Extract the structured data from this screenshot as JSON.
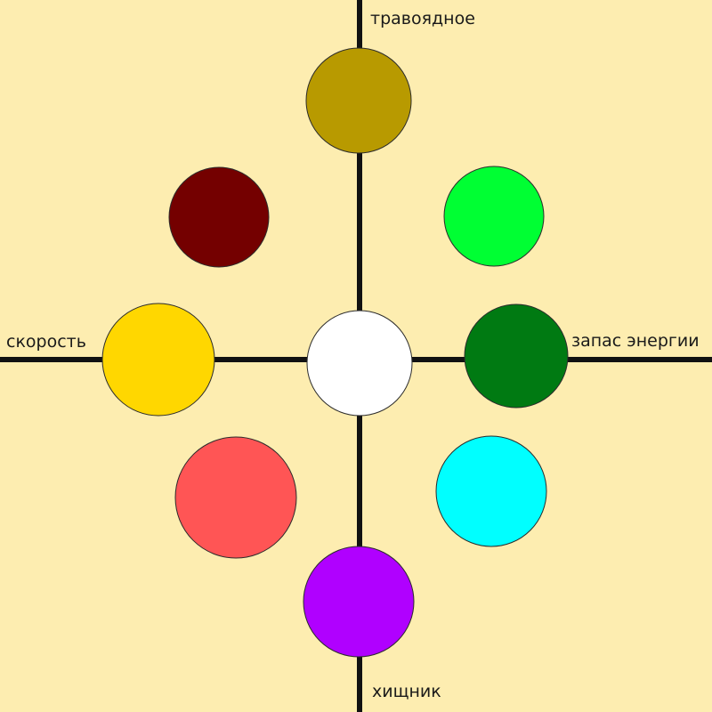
{
  "background_color": "#FDEDB0",
  "axis_color": "#111111",
  "axis_labels": {
    "top": "травоядное",
    "bottom": "хищник",
    "left": "скорость",
    "right": "запас энергии"
  },
  "circles": [
    {
      "id": "top",
      "color": "#B89A00"
    },
    {
      "id": "top-left",
      "color": "#740000"
    },
    {
      "id": "top-right",
      "color": "#00FF33"
    },
    {
      "id": "left",
      "color": "#FFD700"
    },
    {
      "id": "center",
      "color": "#FFFFFF"
    },
    {
      "id": "right",
      "color": "#007A12"
    },
    {
      "id": "bottom-left",
      "color": "#FF5555"
    },
    {
      "id": "bottom-right",
      "color": "#00FFFF"
    },
    {
      "id": "bottom",
      "color": "#B000FF"
    }
  ]
}
